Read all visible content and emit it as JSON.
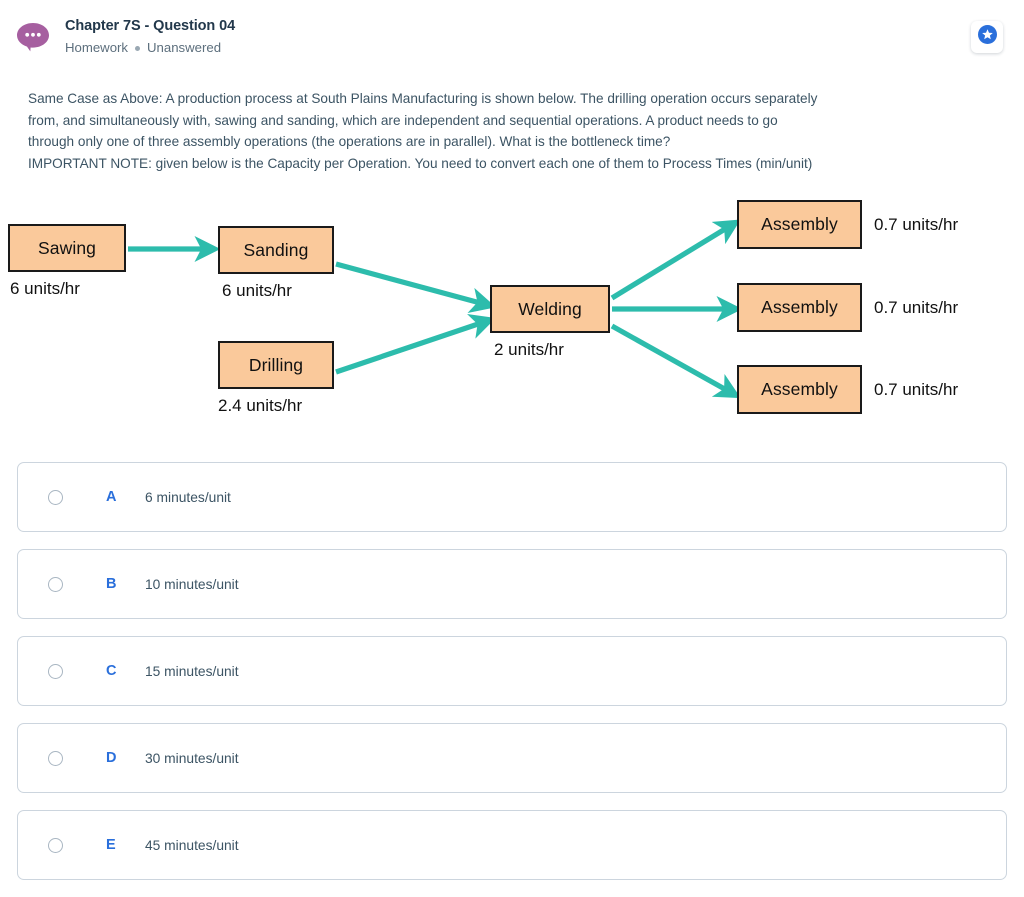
{
  "header": {
    "title": "Chapter 7S - Question 04",
    "category": "Homework",
    "status": "Unanswered",
    "avatar_icon": "speech-bubble-ellipsis-icon",
    "favorite_icon": "star-circle-icon",
    "accent_color": "#2a6fdb",
    "avatar_color": "#a65fa0"
  },
  "prompt": {
    "line1": "Same Case as Above: A production process at South Plains Manufacturing is shown below. The drilling operation occurs separately",
    "line2": "from, and simultaneously with, sawing and sanding, which are independent and sequential operations. A product needs to go",
    "line3": "through only one of three assembly operations (the operations are in parallel). What is the bottleneck time?",
    "line4": "IMPORTANT NOTE: given below is the Capacity per Operation. You need to convert each one of them to Process Times (min/unit)"
  },
  "diagram": {
    "box_fill": "#fac99b",
    "box_border": "#1a1a1a",
    "arrow_color": "#2dbcac",
    "nodes": [
      {
        "id": "sawing",
        "name": "Sawing",
        "capacity": "6 units/hr"
      },
      {
        "id": "sanding",
        "name": "Sanding",
        "capacity": "6 units/hr"
      },
      {
        "id": "drilling",
        "name": "Drilling",
        "capacity": "2.4 units/hr"
      },
      {
        "id": "welding",
        "name": "Welding",
        "capacity": "2 units/hr"
      },
      {
        "id": "assembly-1",
        "name": "Assembly",
        "capacity": "0.7 units/hr"
      },
      {
        "id": "assembly-2",
        "name": "Assembly",
        "capacity": "0.7 units/hr"
      },
      {
        "id": "assembly-3",
        "name": "Assembly",
        "capacity": "0.7 units/hr"
      }
    ],
    "edges": [
      {
        "from": "sawing",
        "to": "sanding"
      },
      {
        "from": "sanding",
        "to": "welding"
      },
      {
        "from": "drilling",
        "to": "welding"
      },
      {
        "from": "welding",
        "to": "assembly-1"
      },
      {
        "from": "welding",
        "to": "assembly-2"
      },
      {
        "from": "welding",
        "to": "assembly-3"
      }
    ]
  },
  "options": [
    {
      "letter": "A",
      "text": "6 minutes/unit",
      "selected": false
    },
    {
      "letter": "B",
      "text": "10 minutes/unit",
      "selected": false
    },
    {
      "letter": "C",
      "text": "15 minutes/unit",
      "selected": false
    },
    {
      "letter": "D",
      "text": "30 minutes/unit",
      "selected": false
    },
    {
      "letter": "E",
      "text": "45 minutes/unit",
      "selected": false
    }
  ]
}
